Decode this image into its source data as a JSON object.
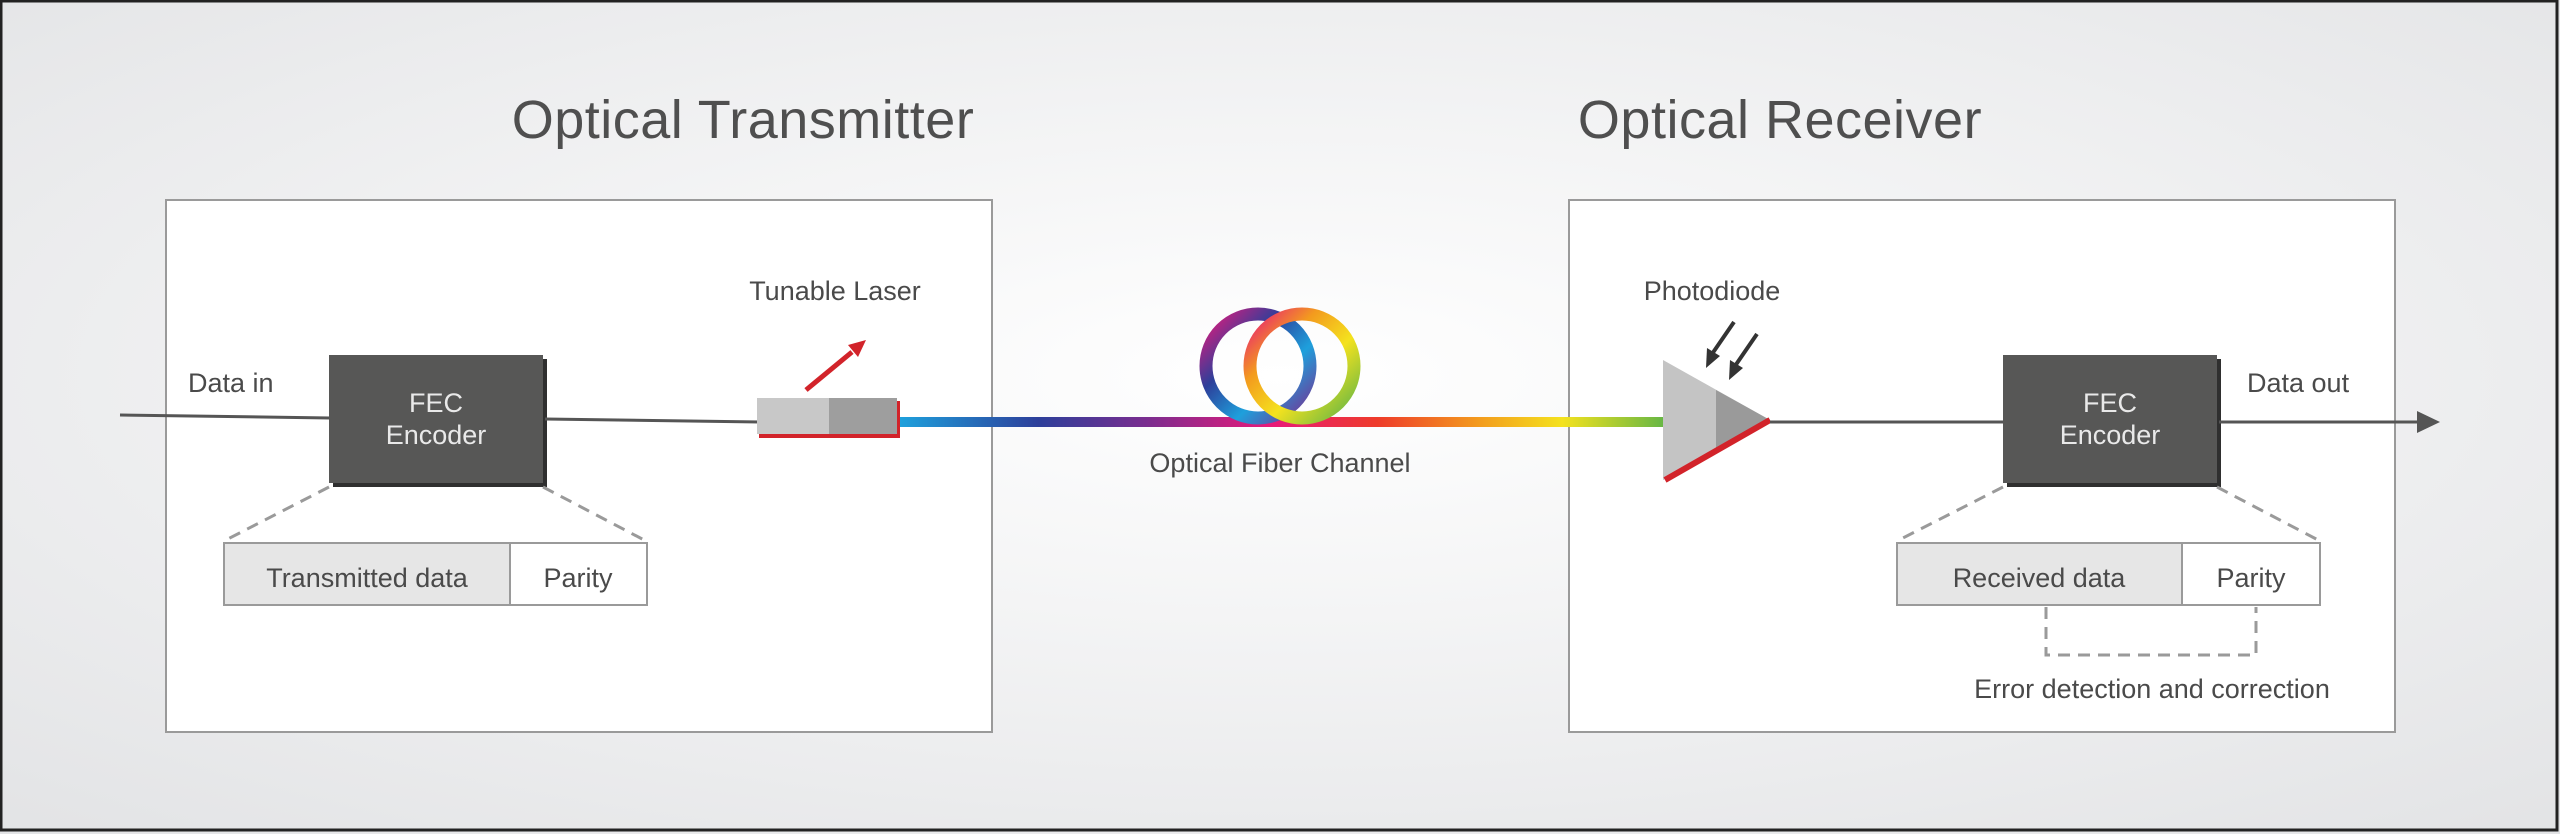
{
  "transmitter": {
    "title": "Optical Transmitter",
    "data_in": "Data in",
    "encoder_line1": "FEC",
    "encoder_line2": "Encoder",
    "laser_label": "Tunable Laser",
    "frame_data": "Transmitted data",
    "frame_parity": "Parity"
  },
  "channel": {
    "label": "Optical Fiber Channel"
  },
  "receiver": {
    "title": "Optical Receiver",
    "photodiode_label": "Photodiode",
    "encoder_line1": "FEC",
    "encoder_line2": "Encoder",
    "data_out": "Data out",
    "frame_data": "Received data",
    "frame_parity": "Parity",
    "error_label": "Error detection and correction"
  },
  "colors": {
    "encoder_fill": "#575756",
    "accent_red": "#d2232a",
    "line": "#555555",
    "frame_fill": "#e6e6e6"
  }
}
